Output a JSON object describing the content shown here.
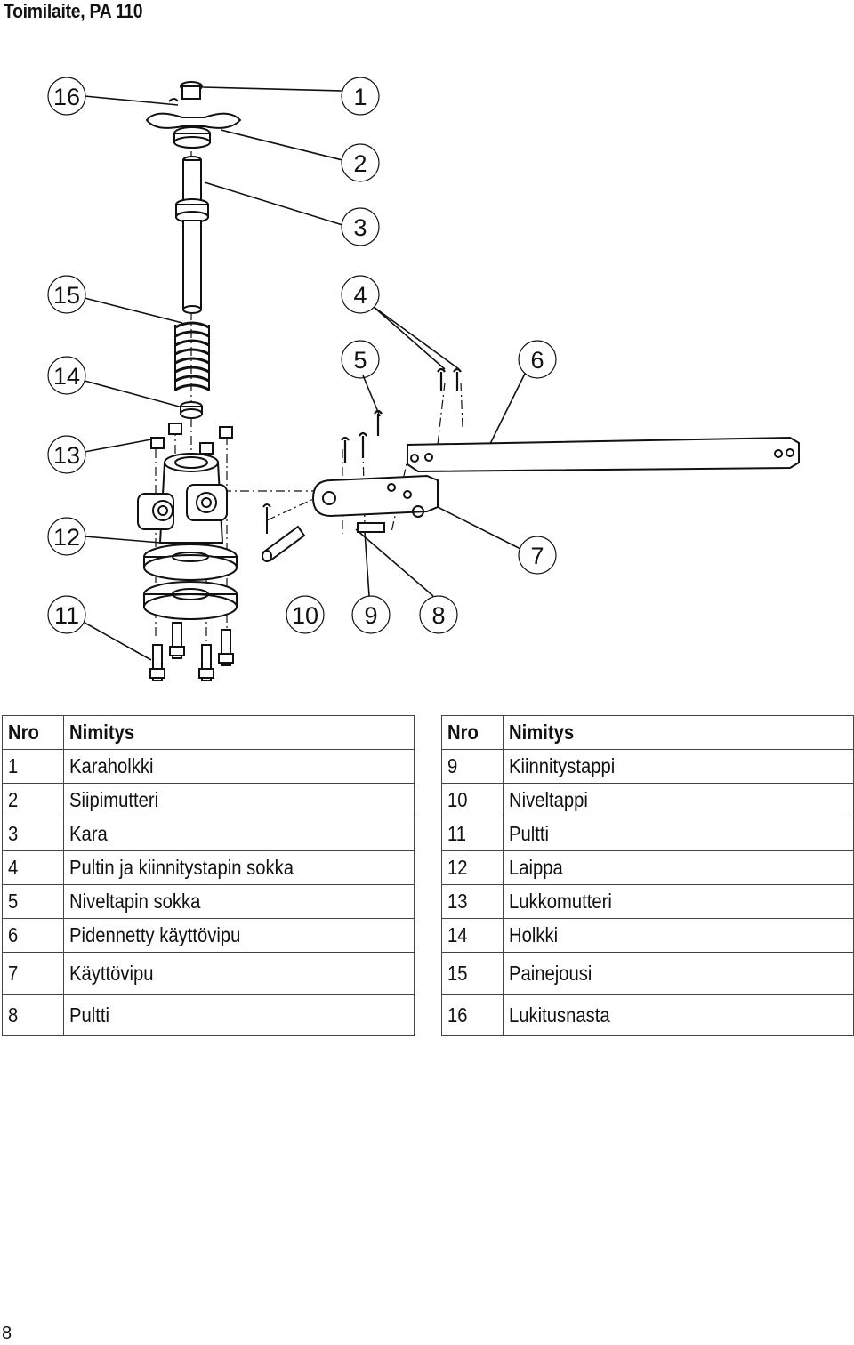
{
  "page": {
    "title": "Toimilaite, PA 110",
    "page_number": "8"
  },
  "diagram": {
    "callouts": [
      "1",
      "2",
      "3",
      "4",
      "5",
      "6",
      "7",
      "8",
      "9",
      "10",
      "11",
      "12",
      "13",
      "14",
      "15",
      "16"
    ]
  },
  "table_left": {
    "headers": {
      "nr": "Nro",
      "name": "Nimitys"
    },
    "rows": [
      {
        "nr": "1",
        "name": "Karaholkki"
      },
      {
        "nr": "2",
        "name": "Siipimutteri"
      },
      {
        "nr": "3",
        "name": "Kara"
      },
      {
        "nr": "4",
        "name": "Pultin ja kiinnitystapin sokka"
      },
      {
        "nr": "5",
        "name": "Niveltapin sokka"
      },
      {
        "nr": "6",
        "name": "Pidennetty käyttövipu"
      },
      {
        "nr": "7",
        "name": "Käyttövipu"
      },
      {
        "nr": "8",
        "name": "Pultti"
      }
    ]
  },
  "table_right": {
    "headers": {
      "nr": "Nro",
      "name": "Nimitys"
    },
    "rows": [
      {
        "nr": "9",
        "name": "Kiinnitystappi"
      },
      {
        "nr": "10",
        "name": "Niveltappi"
      },
      {
        "nr": "11",
        "name": "Pultti"
      },
      {
        "nr": "12",
        "name": "Laippa"
      },
      {
        "nr": "13",
        "name": "Lukkomutteri"
      },
      {
        "nr": "14",
        "name": "Holkki"
      },
      {
        "nr": "15",
        "name": "Painejousi"
      },
      {
        "nr": "16",
        "name": "Lukitusnasta"
      }
    ]
  }
}
